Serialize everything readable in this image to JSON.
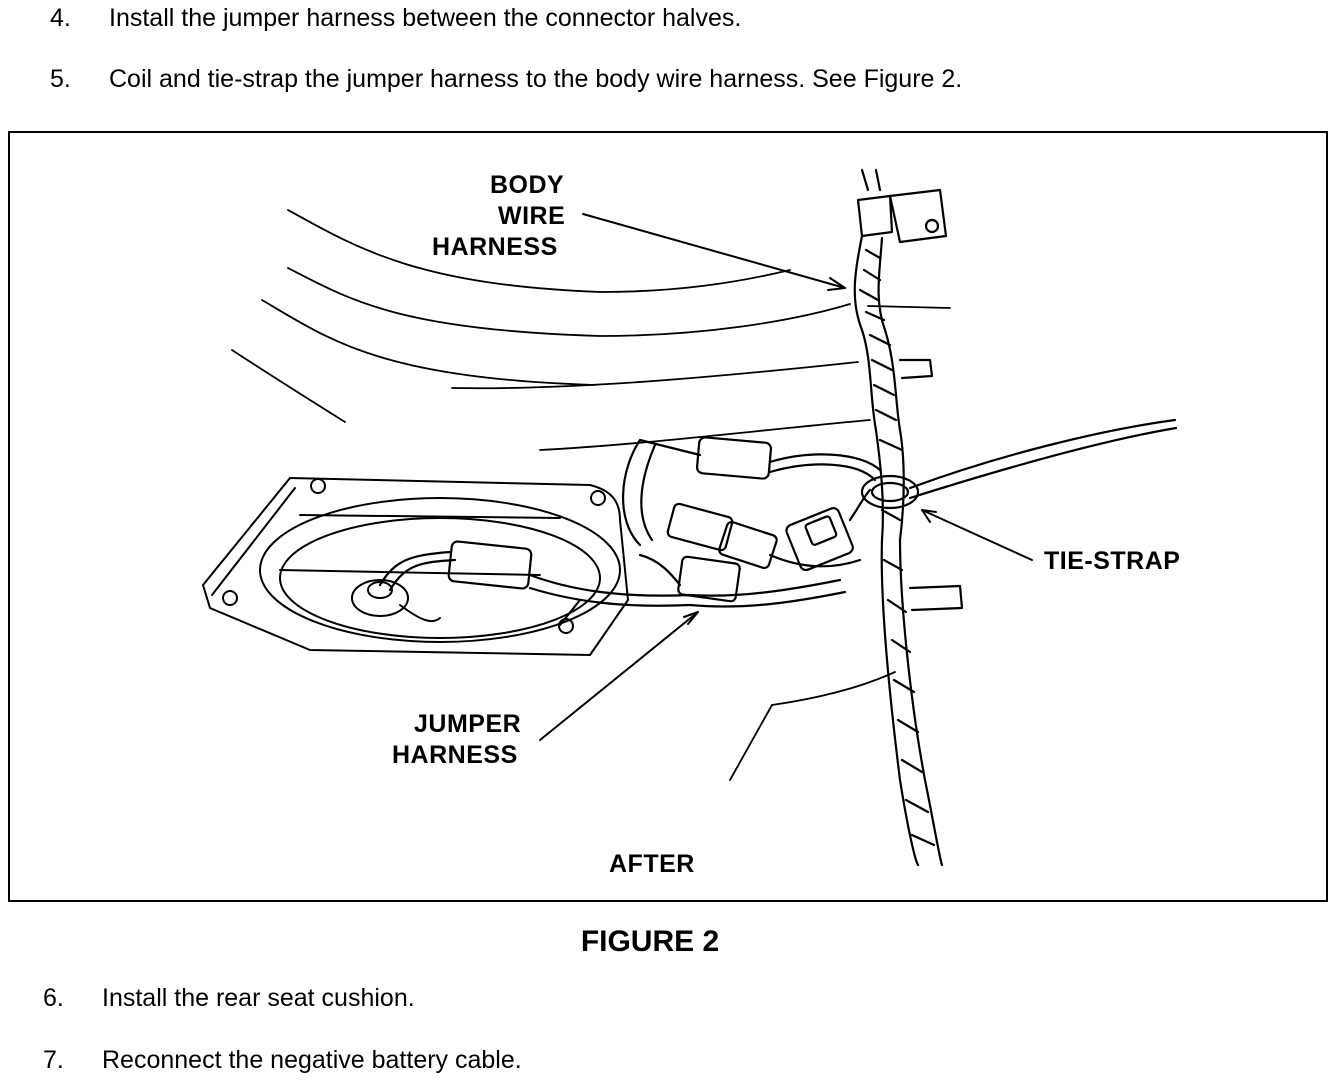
{
  "steps_before": [
    {
      "number": "4.",
      "text": "Install the jumper harness between the connector halves."
    },
    {
      "number": "5.",
      "text": "Coil and tie-strap the jumper harness to the body wire harness. See Figure 2."
    }
  ],
  "figure": {
    "labels": {
      "body_wire_harness": [
        "BODY",
        "WIRE",
        "HARNESS"
      ],
      "tie_strap": "TIE-STRAP",
      "jumper_harness": [
        "JUMPER",
        "HARNESS"
      ],
      "view": "AFTER"
    },
    "caption": "FIGURE 2"
  },
  "steps_after": [
    {
      "number": "6.",
      "text": "Install the rear seat cushion."
    },
    {
      "number": "7.",
      "text": "Reconnect the negative battery cable."
    }
  ]
}
